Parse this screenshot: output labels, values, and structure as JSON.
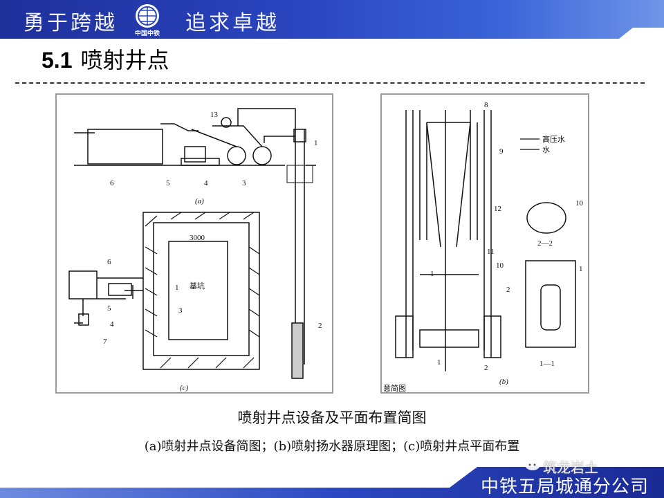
{
  "header": {
    "slogan_left": "勇于跨越",
    "slogan_right": "追求卓越",
    "logo_text": "中国中铁"
  },
  "title": {
    "number": "5.1",
    "text": "喷射井点"
  },
  "figure_a": {
    "caption": "(a)",
    "labels": [
      "1",
      "2",
      "3",
      "4",
      "5",
      "6",
      "13"
    ]
  },
  "figure_c": {
    "caption": "(c)",
    "pit_label": "基坑",
    "dimension": "3000",
    "labels": [
      "1",
      "3",
      "4",
      "5",
      "6",
      "7"
    ]
  },
  "figure_b": {
    "caption": "(b)",
    "legend_high": "高压水",
    "legend_water": "水",
    "labels": [
      "8",
      "9",
      "12",
      "11",
      "10",
      "2",
      "1",
      "1"
    ],
    "section_22": "2—2",
    "section_11": "1—1",
    "section_mark": "2",
    "section_22_label": "10",
    "section_11_label": "1",
    "bottom_fragment": "意简图"
  },
  "captions": {
    "main": "喷射井点设备及平面布置简图",
    "sub": "(a)喷射井点设备简图；(b)喷射扬水器原理图；(c)喷射井点平面布置"
  },
  "footer": {
    "watermark": "筑龙岩土",
    "company": "中铁五局城通分公司"
  },
  "colors": {
    "header_blue": "#2a45c0",
    "footer_blue": "#1a2a95"
  }
}
